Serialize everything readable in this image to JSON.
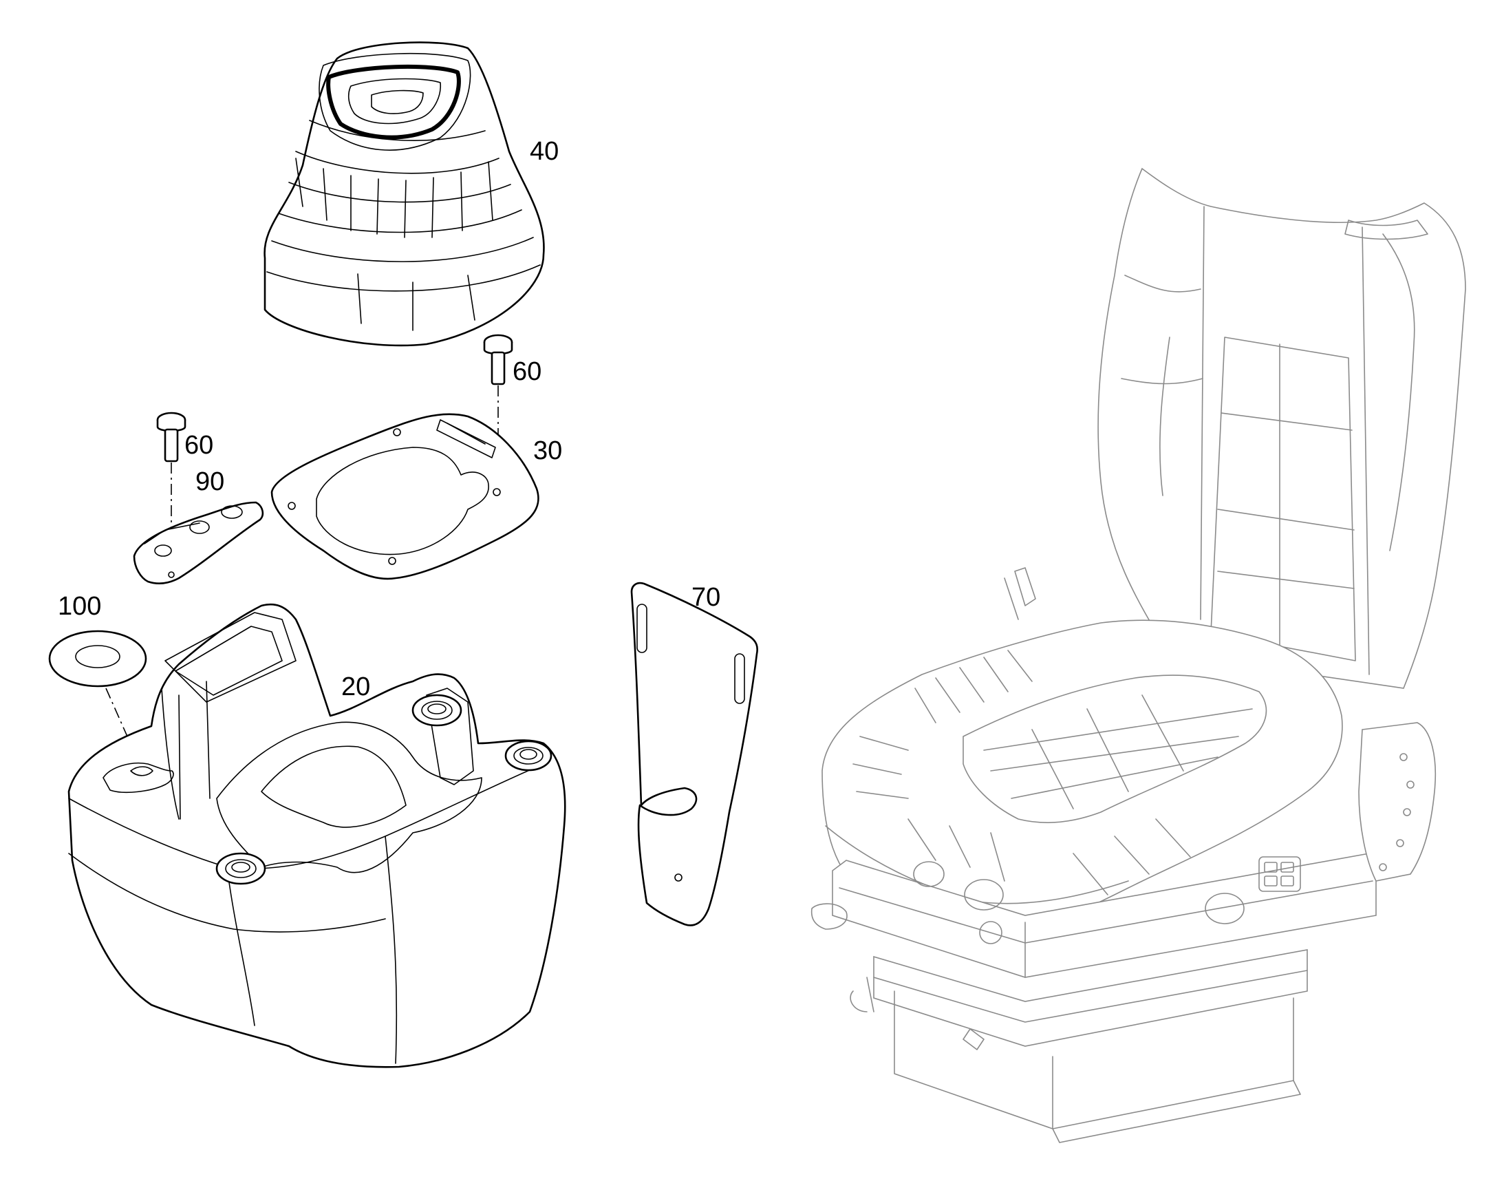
{
  "callouts": {
    "p40": "40",
    "p60a": "60",
    "p60b": "60",
    "p30": "30",
    "p90": "90",
    "p100": "100",
    "p20": "20",
    "p70": "70"
  }
}
